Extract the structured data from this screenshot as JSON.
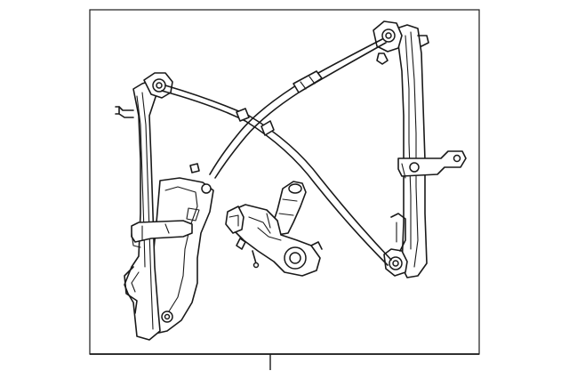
{
  "diagram": {
    "kind": "exploded-parts-illustration",
    "parts": [
      "window-regulator-assembly",
      "regulator-motor",
      "callout-leader-line"
    ],
    "colors": {
      "line": "#1a1a1a",
      "background": "#ffffff"
    }
  }
}
